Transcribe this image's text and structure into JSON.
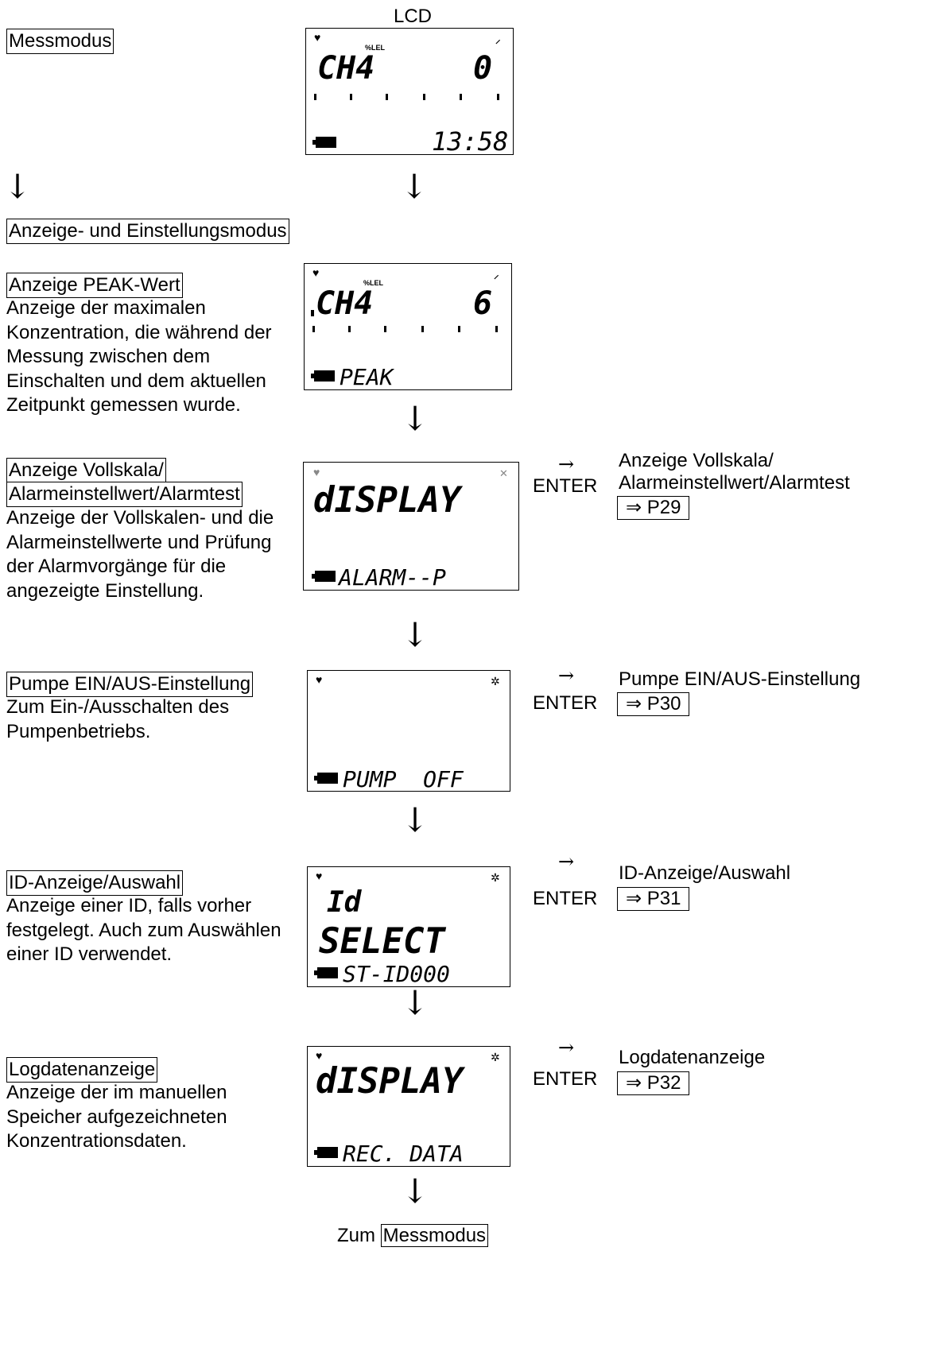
{
  "header": {
    "lcd_label": "LCD"
  },
  "measure_mode": {
    "label": "Messmodus"
  },
  "display_setting_mode": {
    "label": "Anzeige- und Einstellungsmodus"
  },
  "steps": [
    {
      "title": "Anzeige PEAK-Wert",
      "description": "Anzeige der maximalen Konzentration, die während der Messung zwischen dem Einschalten und dem aktuellen Zeitpunkt gemessen wurde."
    },
    {
      "title_line1": "Anzeige Vollskala/",
      "title_line2": "Alarmeinstellwert/Alarmtest",
      "description": "Anzeige der Vollskalen- und die Alarmeinstellwerte und Prüfung der Alarmvorgänge für die angezeigte Einstellung.",
      "enter_arrow": "→",
      "enter_label": "ENTER",
      "target_line1": "Anzeige Vollskala/",
      "target_line2": "Alarmeinstellwert/Alarmtest",
      "page_ref": "⇒ P29"
    },
    {
      "title": "Pumpe EIN/AUS-Einstellung",
      "description": "Zum Ein-/Ausschalten des Pumpenbetriebs.",
      "enter_arrow": "→",
      "enter_label": "ENTER",
      "target": "Pumpe EIN/AUS-Einstellung",
      "page_ref": "⇒ P30"
    },
    {
      "title": "ID-Anzeige/Auswahl",
      "description": "Anzeige einer ID, falls vorher festgelegt. Auch zum Auswählen einer ID verwendet.",
      "enter_arrow": "→",
      "enter_label": "ENTER",
      "target": "ID-Anzeige/Auswahl",
      "page_ref": "⇒ P31"
    },
    {
      "title": "Logdatenanzeige",
      "description": "Anzeige der im manuellen Speicher aufgezeichneten Konzentrationsdaten.",
      "enter_arrow": "→",
      "enter_label": "ENTER",
      "target": "Logdatenanzeige",
      "page_ref": "⇒ P32"
    }
  ],
  "arrows": {
    "down": "↓"
  },
  "footer": {
    "prefix": "Zum",
    "label": "Messmodus"
  },
  "lcd_screens": {
    "measure": {
      "unit": "%LEL",
      "gas": "CH4",
      "value": "0",
      "time": "13:58"
    },
    "peak": {
      "unit": "%LEL",
      "gas": "CH4",
      "value": "6",
      "status": "PEAK"
    },
    "alarm": {
      "top": "dISPLAY",
      "bottom": "ALARM--P"
    },
    "pump": {
      "bottom": "PUMP  OFF"
    },
    "id": {
      "line1": "Id",
      "line2": "SELECT",
      "bottom": "ST-ID000"
    },
    "log": {
      "top": "dISPLAY",
      "bottom": "REC. DATA"
    }
  },
  "colors": {
    "lcd_inactive_icon": "#888888"
  },
  "icons": [
    "heart-icon",
    "signal-icon",
    "battery-icon",
    "pump-fan-icon"
  ]
}
